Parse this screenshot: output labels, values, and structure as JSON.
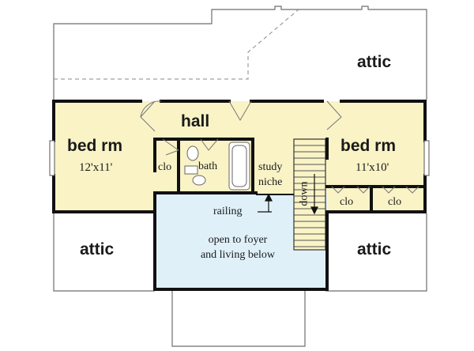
{
  "rooms": {
    "attic_top": "attic",
    "attic_left": "attic",
    "attic_right": "attic",
    "hall": "hall",
    "bed_left": {
      "name": "bed rm",
      "size": "12'x11'"
    },
    "bed_right": {
      "name": "bed rm",
      "size": "11'x10'"
    },
    "closet_left": "clo",
    "closet_right_1": "clo",
    "closet_right_2": "clo",
    "bath": "bath",
    "study_niche": {
      "line1": "study",
      "line2": "niche"
    },
    "railing": "railing",
    "stair": "down",
    "open_area": {
      "line1": "open to foyer",
      "line2": "and living below"
    }
  },
  "colors": {
    "room_fill": "#f9f3c6",
    "open_fill": "#dff0f8",
    "wall": "#111111",
    "outline": "#6e6e6e"
  }
}
